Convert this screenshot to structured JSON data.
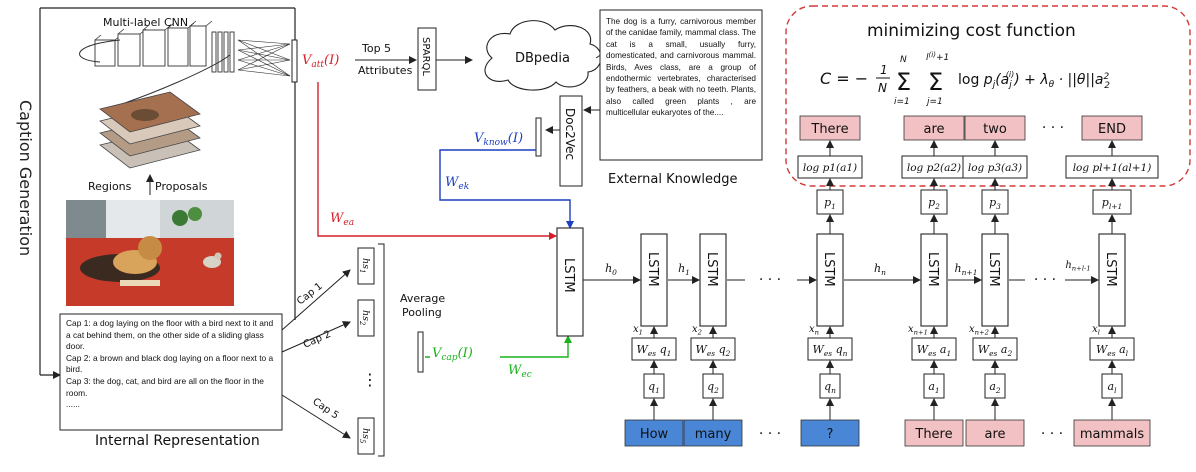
{
  "sections": {
    "caption_generation": "Caption Generation",
    "multilabel_cnn": "Multi-label CNN",
    "regions": "Regions",
    "proposals": "Proposals",
    "internal_representation": "Internal Representation",
    "external_knowledge": "External Knowledge",
    "cost_title": "minimizing cost function"
  },
  "nodes": {
    "top5": "Top 5",
    "attributes": "Attributes",
    "sparql": "SPARQL",
    "dbpedia": "DBpedia",
    "doc2vec": "Doc2Vec",
    "average": "Average",
    "pooling": "Pooling",
    "lstm": "LSTM",
    "dots": "· · ·",
    "vdots": "⋮"
  },
  "vectors": {
    "v_att": "V_att(I)",
    "v_know": "V_know(I)",
    "v_cap": "V_cap(I)",
    "w_ea": "W_ea",
    "w_ek": "W_ek",
    "w_ec": "W_ec"
  },
  "knowledge_text": "The dog is a furry, carnivorous member of the canidae family, mammal class. The cat is a small, usually furry, domesticated, and carnivorous mammal. Birds, Aves class, are a group of endothermic vertebrates, characterised by feathers, a beak with no teeth. Plants, also called green plants , are multicellular eukaryotes of the....",
  "captions": [
    "Cap 1: a dog laying on the floor with a bird next to it and a cat behind them, on the other side of a sliding glass door.",
    "Cap 2: a brown and black dog laying on a floor next to a bird.",
    "Cap 3: the dog, cat, and bird are all on the floor in the room.",
    "......"
  ],
  "cap_arrows": [
    "Cap 1",
    "Cap 2",
    "Cap 5"
  ],
  "hs": [
    "hs1",
    "hs2",
    "hs5"
  ],
  "hidden": [
    "h0",
    "h1",
    "hn",
    "hn+1",
    "hn+l-1"
  ],
  "question_words": [
    "How",
    "many",
    "?"
  ],
  "answer_words": [
    "There",
    "are",
    "mammals"
  ],
  "output_words": [
    "There",
    "are",
    "two",
    "END"
  ],
  "emb_q": [
    "Wes q1",
    "Wes q2",
    "Wes qn"
  ],
  "emb_a": [
    "Wes a1",
    "Wes a2",
    "Wes al"
  ],
  "q_tokens": [
    "q1",
    "q2",
    "qn"
  ],
  "a_tokens": [
    "a1",
    "a2",
    "al"
  ],
  "x_labels": [
    "x1",
    "x2",
    "xn",
    "xn+1",
    "xn+2",
    "xl"
  ],
  "p_labels": [
    "p1",
    "p2",
    "p3",
    "pl+1"
  ],
  "log_labels": [
    "log p1(a1)",
    "log p2(a2)",
    "log p3(a3)",
    "log pl+1(al+1)"
  ],
  "formula": "C = − 1/N Σ_{i=1}^{N} Σ_{j=1}^{l(i)+1} log p_j(a_j^(i)) + λ_θ · ||θ||²₂",
  "colors": {
    "red": "#d4202a",
    "blue": "#1c3fc0",
    "green": "#19b21b",
    "question_fill": "#4a86d6",
    "answer_fill": "#f2c1c3",
    "dashed": "#d03a3a"
  }
}
